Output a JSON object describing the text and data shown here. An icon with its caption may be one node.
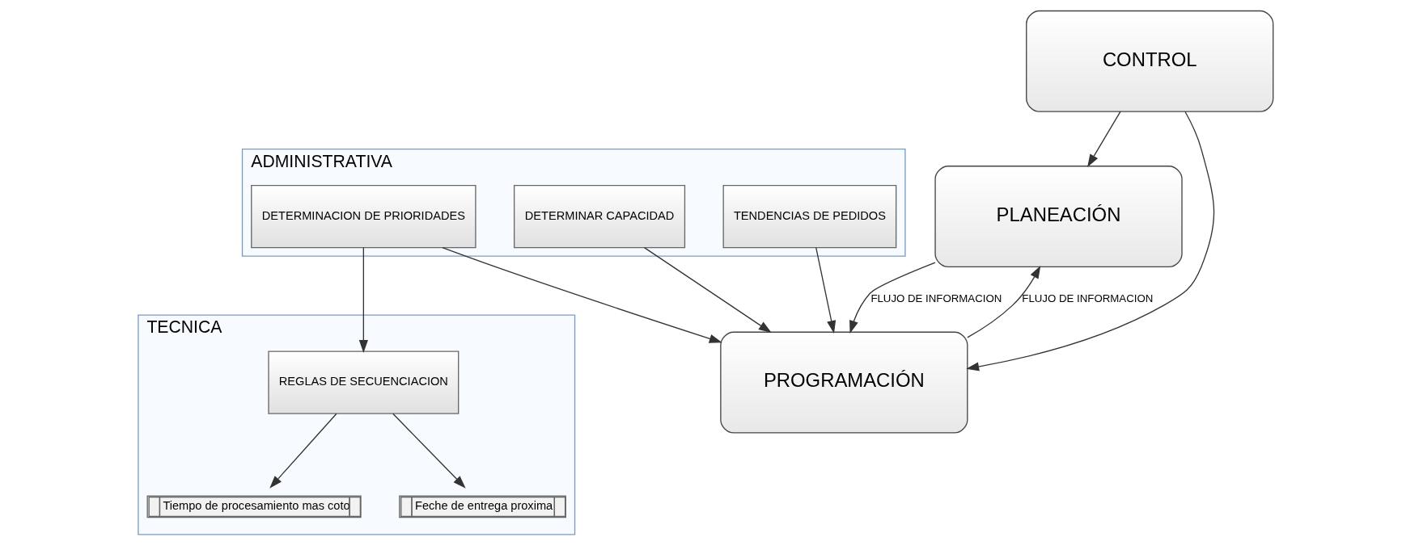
{
  "diagram": {
    "nodes": [
      {
        "text": [
          "ADMINISTRATIVA"
        ]
      },
      {
        "text": [
          "DETERMINAR CAPACIDAD"
        ],
        "in": 0
      },
      {
        "text": [
          "DETERMINACION DE PRIORIDADES"
        ],
        "in": 0
      },
      {
        "text": [
          "TENDENCIAS DE PEDIDOS"
        ],
        "in": 0
      },
      {
        "text": [
          "TECNICA"
        ]
      },
      {
        "text": [
          "REGLAS DE SECUENCIACION"
        ],
        "in": 4
      },
      {
        "text": [
          "Tiempo de procesamiento mas coto"
        ],
        "in": 4
      },
      {
        "text": [
          "Feche de entrega proxima"
        ],
        "in": 4
      },
      {
        "text": [
          "PLANEACIÓN"
        ]
      },
      {
        "text": [
          "PROGRAMACIÓN"
        ]
      },
      {
        "text": [
          "CONTROL"
        ]
      }
    ],
    "edges": [
      {
        "from": 9,
        "to": 8,
        "arrow": "to",
        "label": "FLUJO DE INFORMACION"
      },
      {
        "from": 8,
        "to": 9,
        "arrow": "to",
        "label": "FLUJO DE INFORMACION"
      },
      {
        "from": 1,
        "to": 9,
        "arrow": "to"
      },
      {
        "from": 2,
        "to": 9,
        "arrow": "to"
      },
      {
        "from": 2,
        "to": 5,
        "arrow": "to"
      },
      {
        "from": 3,
        "to": 9,
        "arrow": "to"
      },
      {
        "from": 5,
        "to": 6,
        "arrow": "to"
      },
      {
        "from": 5,
        "to": 7,
        "arrow": "to"
      },
      {
        "from": 10,
        "to": 9,
        "arrow": "to"
      },
      {
        "from": 10,
        "to": 8,
        "arrow": "to"
      }
    ]
  }
}
